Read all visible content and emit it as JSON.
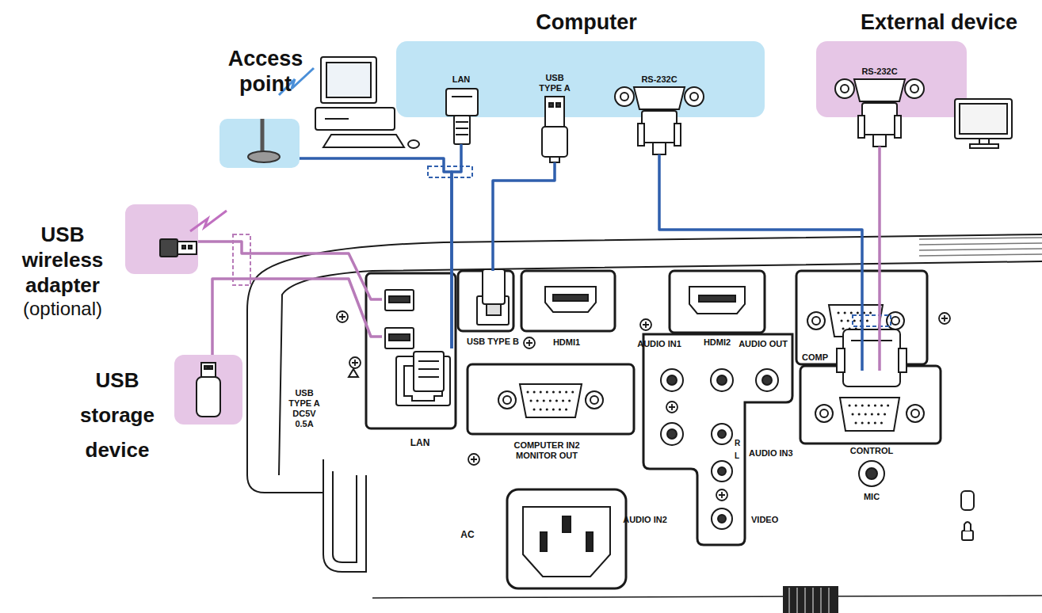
{
  "diagram": {
    "nodes": [
      {
        "text": [
          "Computer"
        ]
      },
      {
        "text": [
          "LAN"
        ],
        "in": 0
      },
      {
        "text": [
          "USB TYPE A"
        ],
        "in": 0
      },
      {
        "text": [
          "RS-232C"
        ],
        "in": 0
      },
      {
        "text": [
          "Access point"
        ]
      },
      {
        "text": [
          "External device"
        ]
      },
      {
        "text": [
          "RS-232C"
        ],
        "in": 5
      },
      {
        "text": [
          "USB wireless adapter",
          "(optional)"
        ]
      },
      {
        "text": [
          "USB storage device"
        ]
      },
      {
        "text": [
          "USB TYPE A DC5V 0.5A"
        ]
      },
      {
        "text": [
          "LAN"
        ]
      },
      {
        "text": [
          "USB TYPE B"
        ]
      },
      {
        "text": [
          "CONTROL"
        ]
      }
    ],
    "edges": [
      {
        "from": 1,
        "to": 10,
        "arrow": "none"
      },
      {
        "from": 4,
        "to": 10,
        "arrow": "none"
      },
      {
        "from": 2,
        "to": 11,
        "arrow": "none"
      },
      {
        "from": 3,
        "to": 12,
        "arrow": "none"
      },
      {
        "from": 6,
        "to": 12,
        "arrow": "none"
      },
      {
        "from": 7,
        "to": 9,
        "arrow": "none"
      },
      {
        "from": 8,
        "to": 9,
        "arrow": "none"
      }
    ],
    "labels": [
      "HDMI1",
      "HDMI2",
      "COMP",
      "AUDIO IN1",
      "AUDIO OUT",
      "COMPUTER IN2 MONITOR OUT",
      "R",
      "L",
      "AUDIO IN3",
      "AUDIO IN2",
      "VIDEO",
      "AC",
      "MIC"
    ]
  }
}
